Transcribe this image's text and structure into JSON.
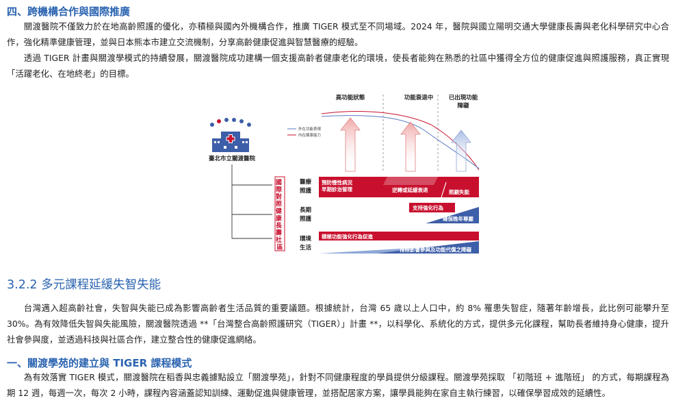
{
  "section4": {
    "heading": "四、跨機構合作與國際推廣",
    "p1": "關渡醫院不僅致力於在地高齡照護的優化，亦積極與國內外機構合作，推廣 TIGER 模式至不同場域。2024 年，醫院與國立陽明交通大學健康長壽與老化科學研究中心合作，強化精準健康管理，並與日本熊本市建立交流機制，分享高齡健康促進與智慧醫療的經驗。",
    "p2": "透過 TIGER 計畫與關渡學模式的持續發展，關渡醫院成功建構一個支援高齡者健康老化的環境，使長者能夠在熟悉的社區中獲得全方位的健康促進與照護服務，真正實現「活躍老化、在地終老」的目標。"
  },
  "figure": {
    "hospital_name": "臺北市立關渡醫院",
    "phase_labels": [
      "高功能狀態",
      "功能衰退中",
      "已出現功能",
      "障礙"
    ],
    "legend": [
      "外在功能表現",
      "內在健康能力"
    ],
    "vertical_label": [
      "國",
      "際",
      "對",
      "照",
      "健",
      "康",
      "長",
      "壽",
      "社",
      "區"
    ],
    "rows": {
      "medical": [
        "醫療",
        "照護"
      ],
      "longterm": [
        "長期",
        "照護"
      ],
      "environment": [
        "環境",
        "生活"
      ]
    },
    "bars": {
      "prevent": [
        "預防慢性病況",
        "早期診治管理"
      ],
      "reverse": "逆轉或延緩衰退",
      "care_disability": "照顧失能",
      "support": "支持強化行為",
      "dignity": "確保晚年尊嚴",
      "promote": "積極功能強化行為促進",
      "remove": "排除影響參與及功能代償之障礙"
    },
    "colors": {
      "red": "#c8102e",
      "blue": "#3d5ea8",
      "light_blue": "#8ea7d6"
    }
  },
  "sub322": {
    "heading": "3.2.2 多元課程延緩失智失能",
    "p1": "台灣邁入超高齡社會，失智與失能已成為影響高齡者生活品質的重要議題。根據統計，台灣 65 歲以上人口中，約 8% 罹患失智症，隨著年齡增長，此比例可能攀升至 30%。為有效降低失智與失能風險，關渡醫院透過 **「台灣整合高齡照護研究（TIGER）」計畫 **，以科學化、系統化的方式，提供多元化課程，幫助長者維持身心健康，提升社會參與度，並透過科技與社區合作，建立整合性的健康促進網絡。"
  },
  "section1": {
    "heading": "一、關渡學苑的建立與 TIGER 課程模式",
    "p1": "為有效落實 TIGER 模式，關渡醫院在稻香與忠義據點設立「關渡學苑」，針對不同健康程度的學員提供分級課程。關渡學苑採取 「初階班 + 進階班」 的方式，每期課程為期 12 週，每週一次，每次 2 小時，課程內容涵蓋認知訓練、運動促進與健康管理，並搭配居家方案，讓學員能夠在家自主執行練習，以確保學習成效的延續性。"
  }
}
